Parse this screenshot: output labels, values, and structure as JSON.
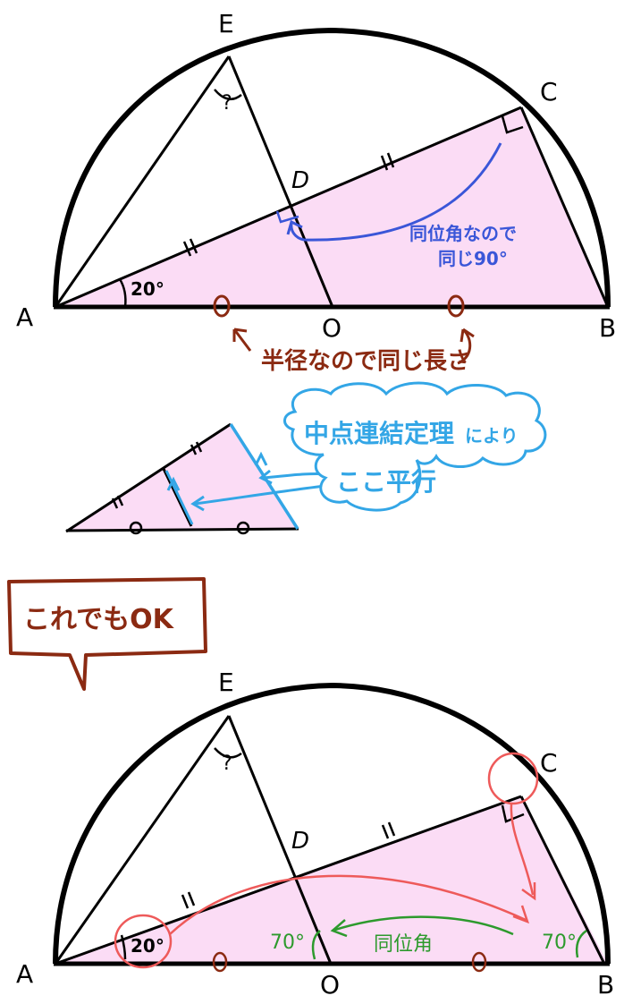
{
  "figure1": {
    "points": {
      "A": "A",
      "B": "B",
      "C": "C",
      "D": "D",
      "E": "E",
      "O": "O"
    },
    "angle_A": "20°",
    "angle_E": "?",
    "blue_note_line1": "同位角なので",
    "blue_note_line2": "同じ90°",
    "red_note": "半径なので同じ長さ"
  },
  "figure2": {
    "cloud_line1": "中点連結定理",
    "cloud_line1_suffix": "により",
    "cloud_line2": "ここ平行"
  },
  "speech_bubble": {
    "text": "これでもOK"
  },
  "figure3": {
    "points": {
      "A": "A",
      "B": "B",
      "C": "C",
      "D": "D",
      "E": "E",
      "O": "O"
    },
    "angle_A": "20°",
    "angle_E": "?",
    "angle_O": "70°",
    "angle_B": "70°",
    "green_note": "同位角"
  },
  "colors": {
    "fill": "#fbdcf5",
    "ink": "#000000",
    "blue": "#3a56d8",
    "brown": "#8b2a12",
    "cyan": "#33a6e6",
    "red": "#ee5a5a",
    "green": "#2d9a2d"
  }
}
